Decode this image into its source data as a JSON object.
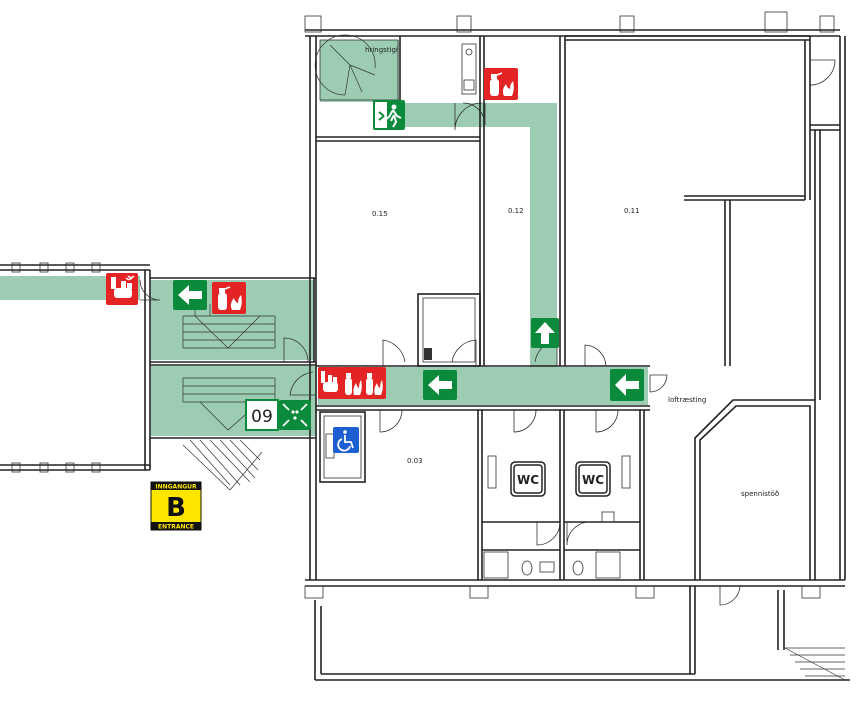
{
  "rooms": {
    "hringstigi": "hringstigi",
    "r015": "0.15",
    "r012": "0.12",
    "r011": "0.11",
    "r003": "0.03",
    "loftraesting": "loftræsting",
    "spennistod": "spennistöð"
  },
  "wc_left": "WC",
  "wc_right": "WC",
  "assembly_number": "09",
  "entrance_sign": {
    "top": "INNGANGUR",
    "letter": "B",
    "bottom": "ENTRANCE"
  },
  "colors": {
    "escape_route": "#9ccdb2",
    "exit_sign_green": "#0b8a3c",
    "fire_equipment_red": "#e42424",
    "accessible_blue": "#1d5fd1",
    "entrance_yellow": "#ffe600"
  },
  "icons": [
    "fire-alarm-icon",
    "fire-extinguisher-icon",
    "exit-arrow-icon",
    "running-man-exit-icon",
    "assembly-point-icon",
    "wheelchair-icon",
    "wc-icon"
  ]
}
